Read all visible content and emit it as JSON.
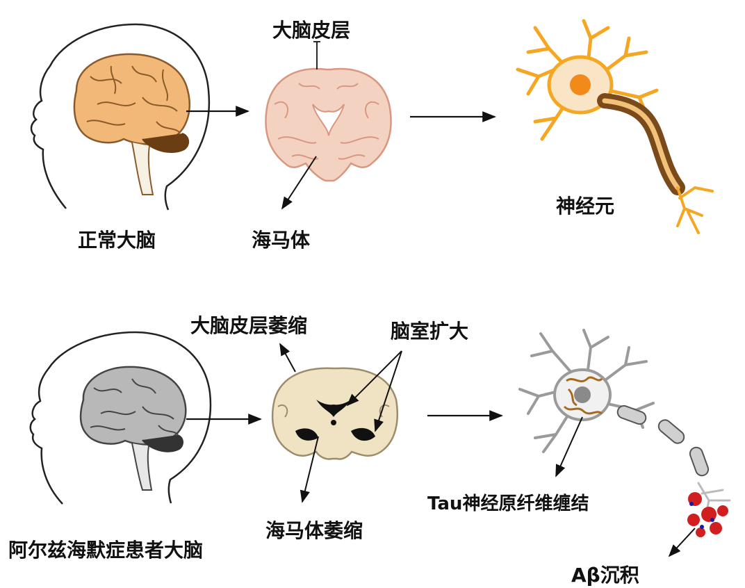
{
  "top_row": {
    "normal_brain_label": "正常大脑",
    "cortex_label": "大脑皮层",
    "hippocampus_label": "海马体",
    "neuron_label": "神经元"
  },
  "bottom_row": {
    "ad_brain_label": "阿尔兹海默症患者大脑",
    "cortex_atrophy_label": "大脑皮层萎缩",
    "ventricle_enlarge_label": "脑室扩大",
    "hippocampus_atrophy_label": "海马体萎缩",
    "tau_label": "Tau神经原纤维缠结",
    "abeta_label": "Aβ沉积"
  },
  "colors": {
    "normal_brain": "#f2b877",
    "normal_brain_outline": "#8a5a2b",
    "normal_slice": "#f4d2c2",
    "normal_slice_detail": "#d9977f",
    "neuron": "#f5a623",
    "neuron_myelin": "#7a4a1a",
    "neuron_nucleus": "#f28a1a",
    "ad_brain": "#b8b8b8",
    "ad_slice": "#efe3c4",
    "ad_ventricle": "#111111",
    "ad_neuron": "#eeeeee",
    "tau": "#a86a1a",
    "abeta": "#d11e1e",
    "arrow": "#111111"
  }
}
